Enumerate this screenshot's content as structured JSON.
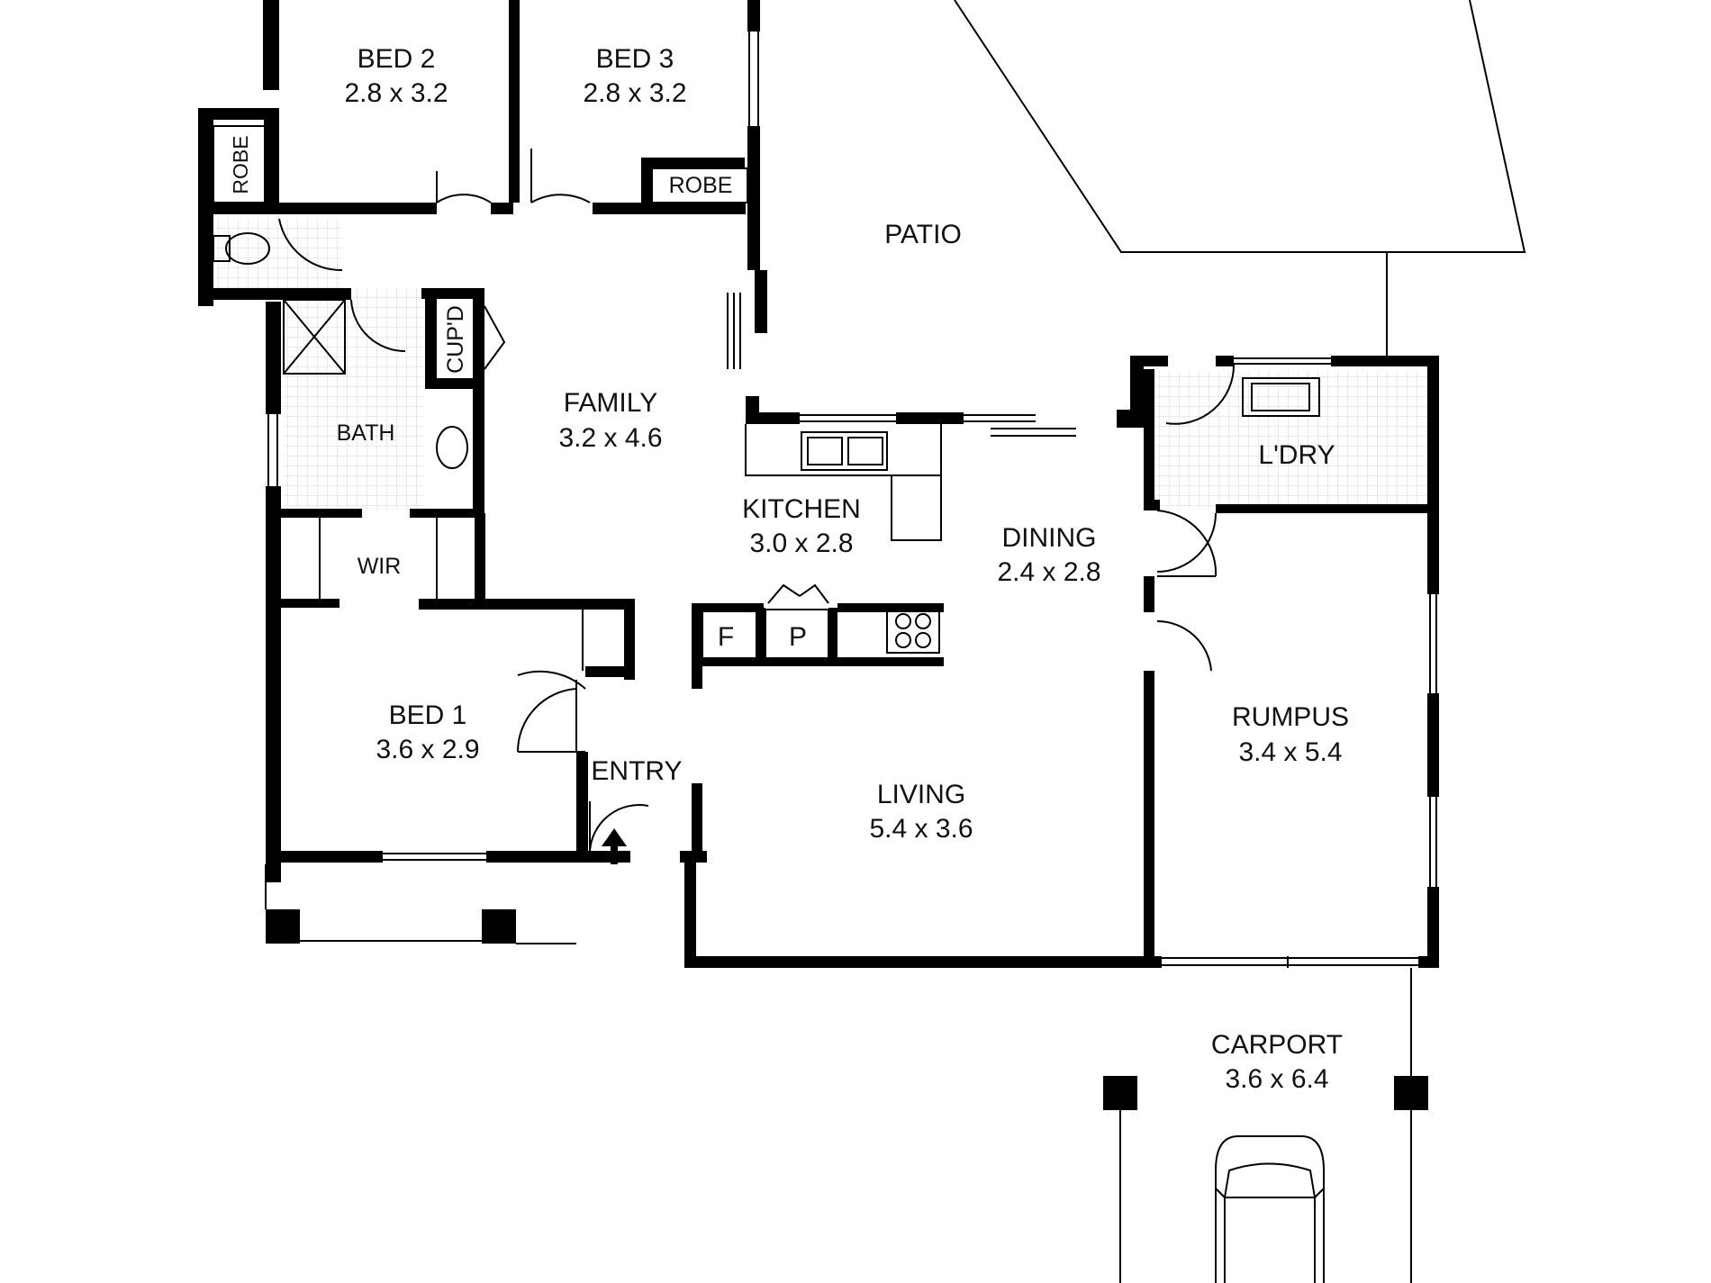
{
  "rooms": {
    "bed2": {
      "name": "BED 2",
      "size": "2.8 x 3.2"
    },
    "bed3": {
      "name": "BED 3",
      "size": "2.8 x 3.2"
    },
    "bed1": {
      "name": "BED 1",
      "size": "3.6 x 2.9"
    },
    "family": {
      "name": "FAMILY",
      "size": "3.2 x 4.6"
    },
    "kitchen": {
      "name": "KITCHEN",
      "size": "3.0 x 2.8"
    },
    "dining": {
      "name": "DINING",
      "size": "2.4 x 2.8"
    },
    "living": {
      "name": "LIVING",
      "size": "5.4 x 3.6"
    },
    "rumpus": {
      "name": "RUMPUS",
      "size": "3.4 x 5.4"
    },
    "carport": {
      "name": "CARPORT",
      "size": "3.6 x 6.4"
    },
    "patio": {
      "name": "PATIO"
    },
    "entry": {
      "name": "ENTRY"
    },
    "bath": {
      "name": "BATH"
    },
    "wir": {
      "name": "WIR"
    },
    "laundry": {
      "name": "L'DRY"
    },
    "robe_bed2": {
      "name": "ROBE"
    },
    "robe_bed3": {
      "name": "ROBE"
    },
    "cupboard": {
      "name": "CUP'D"
    },
    "fridge": {
      "name": "F"
    },
    "pantry": {
      "name": "P"
    }
  },
  "colors": {
    "wall": "#000000",
    "tile": "#cccccc",
    "background": "#ffffff"
  }
}
